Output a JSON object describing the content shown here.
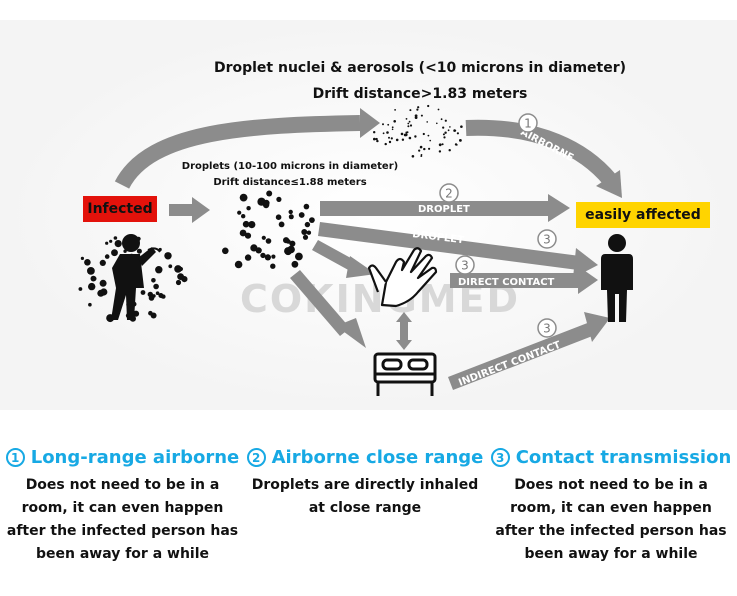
{
  "captions": {
    "aerosol_line1": "Droplet nuclei & aerosols (<10 microns in diameter)",
    "aerosol_line2": "Drift distance>1.83 meters",
    "droplet_line1": "Droplets (10-100 microns in diameter)",
    "droplet_line2": "Drift distance≤1.88 meters"
  },
  "tags": {
    "infected": "Infected",
    "affected": "easily affected"
  },
  "arrow_labels": {
    "airborne": "AIRBORNE",
    "droplet_1": "DROPLET",
    "droplet_2": "DROPLET",
    "direct_contact": "DIRECT CONTACT",
    "indirect_contact": "INDIRECT CONTACT"
  },
  "markers": {
    "one": "1",
    "two": "2",
    "three": "3"
  },
  "watermark": "COKINGMED",
  "panels": [
    {
      "marker": "1",
      "title": "Long-range airborne",
      "body": [
        "Does not need to be in a",
        "room, it can even happen",
        "after the infected person has",
        "been away for a while"
      ]
    },
    {
      "marker": "2",
      "title": "Airborne close range",
      "body": [
        "Droplets are directly inhaled",
        "at close range"
      ]
    },
    {
      "marker": "3",
      "title": "Contact transmission",
      "body": [
        "Does not need to be in a",
        "room, it can even happen",
        "after the infected person has",
        "been away for a while"
      ]
    }
  ],
  "colors": {
    "arrow": "#8c8c8c",
    "accent": "#17a9e4",
    "infected_tag": "#e3120b",
    "affected_tag": "#ffd400"
  },
  "icons": [
    "coughing-person-icon",
    "hand-icon",
    "bed-icon",
    "standing-person-icon"
  ]
}
